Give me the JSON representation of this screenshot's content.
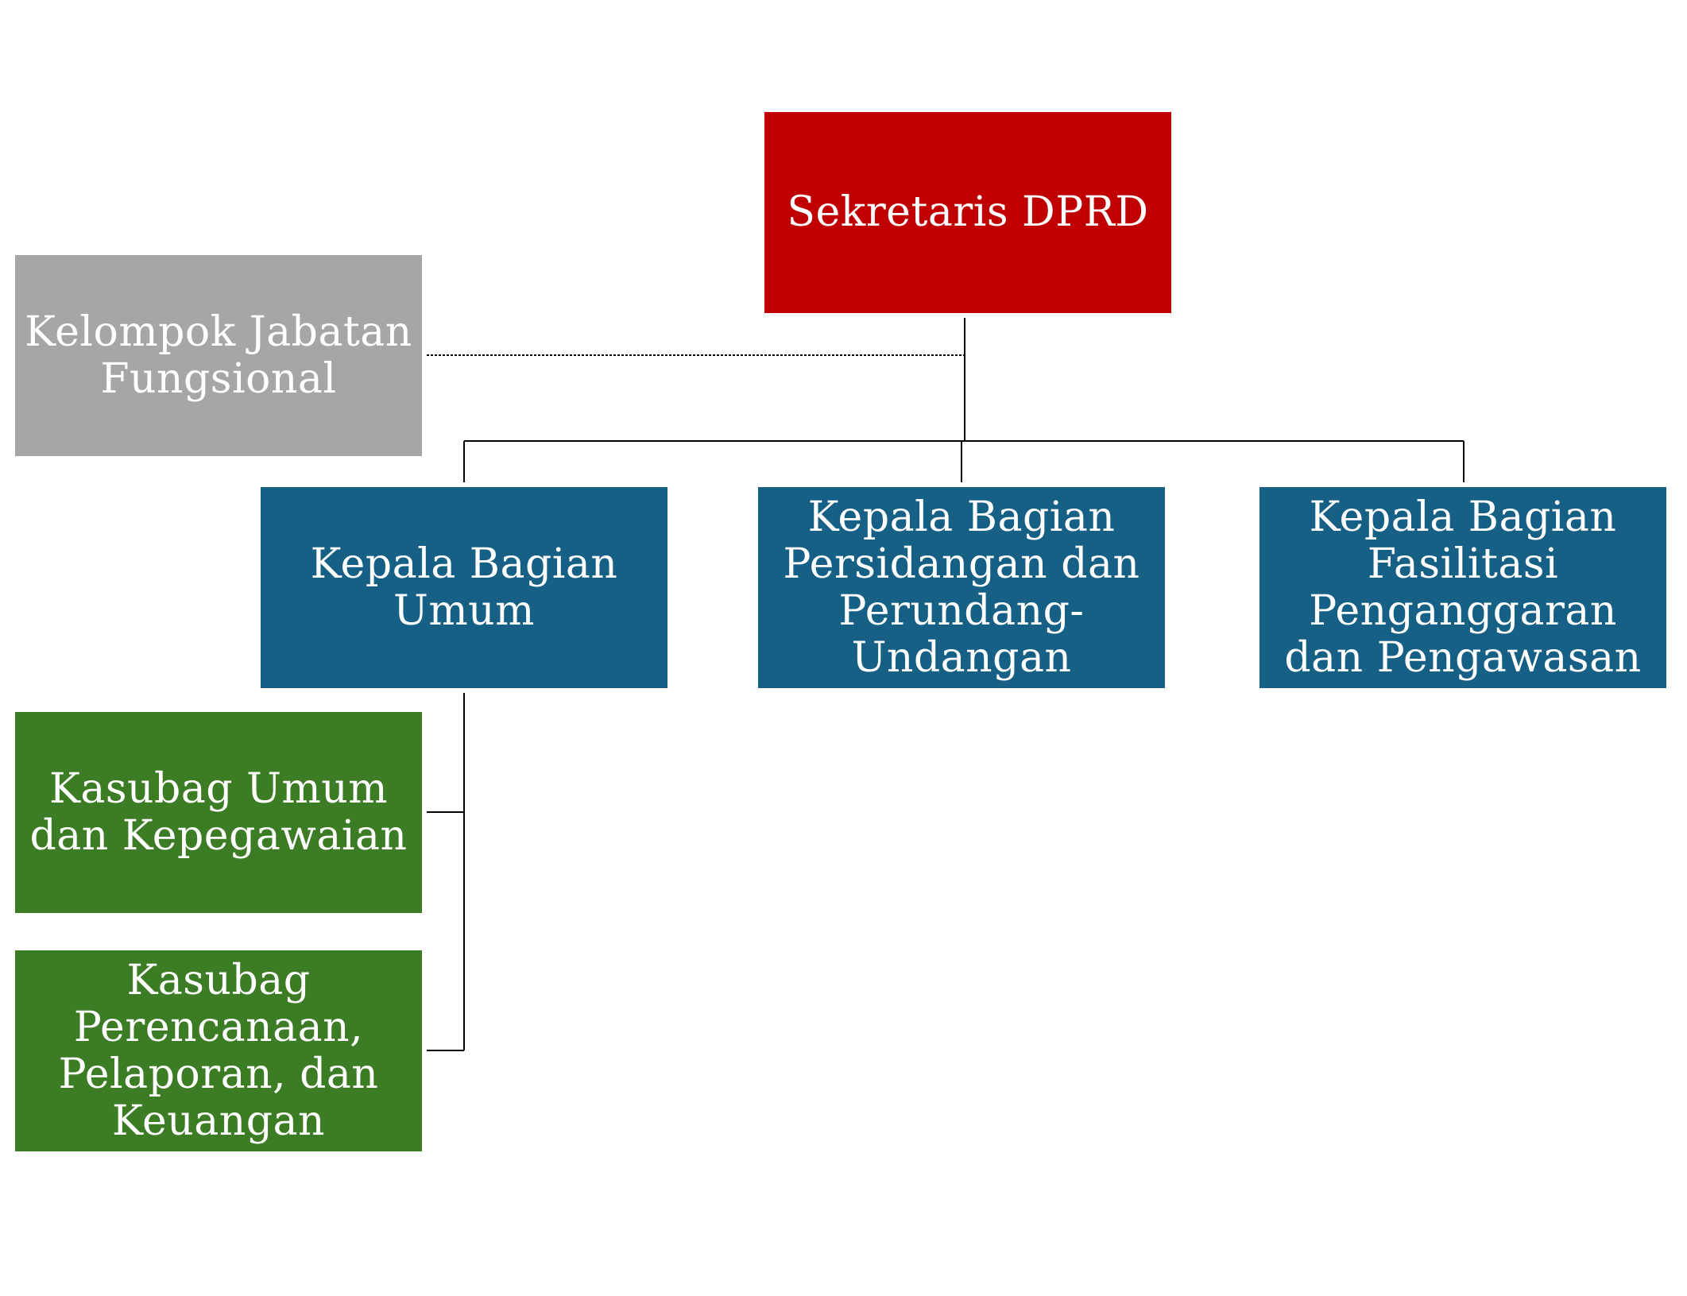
{
  "colors": {
    "head": "#c00000",
    "functional": "#a6a6a6",
    "department": "#176085",
    "subsection": "#3c7c25",
    "connector": "#000000"
  },
  "nodes": {
    "sekretaris": {
      "label": "Sekretaris DPRD"
    },
    "fungsional": {
      "label": "Kelompok Jabatan Fungsional"
    },
    "kabag_umum": {
      "label": "Kepala Bagian Umum"
    },
    "kabag_persidangan": {
      "label": "Kepala Bagian Persidangan dan Perundang-Undangan"
    },
    "kabag_fasilitasi": {
      "label": "Kepala Bagian Fasilitasi Penganggaran dan Pengawasan"
    },
    "kasubag_kepegawaian": {
      "label": "Kasubag Umum dan Kepegawaian"
    },
    "kasubag_perencanaan": {
      "label": "Kasubag Perencanaan, Pelaporan, dan Keuangan"
    }
  }
}
